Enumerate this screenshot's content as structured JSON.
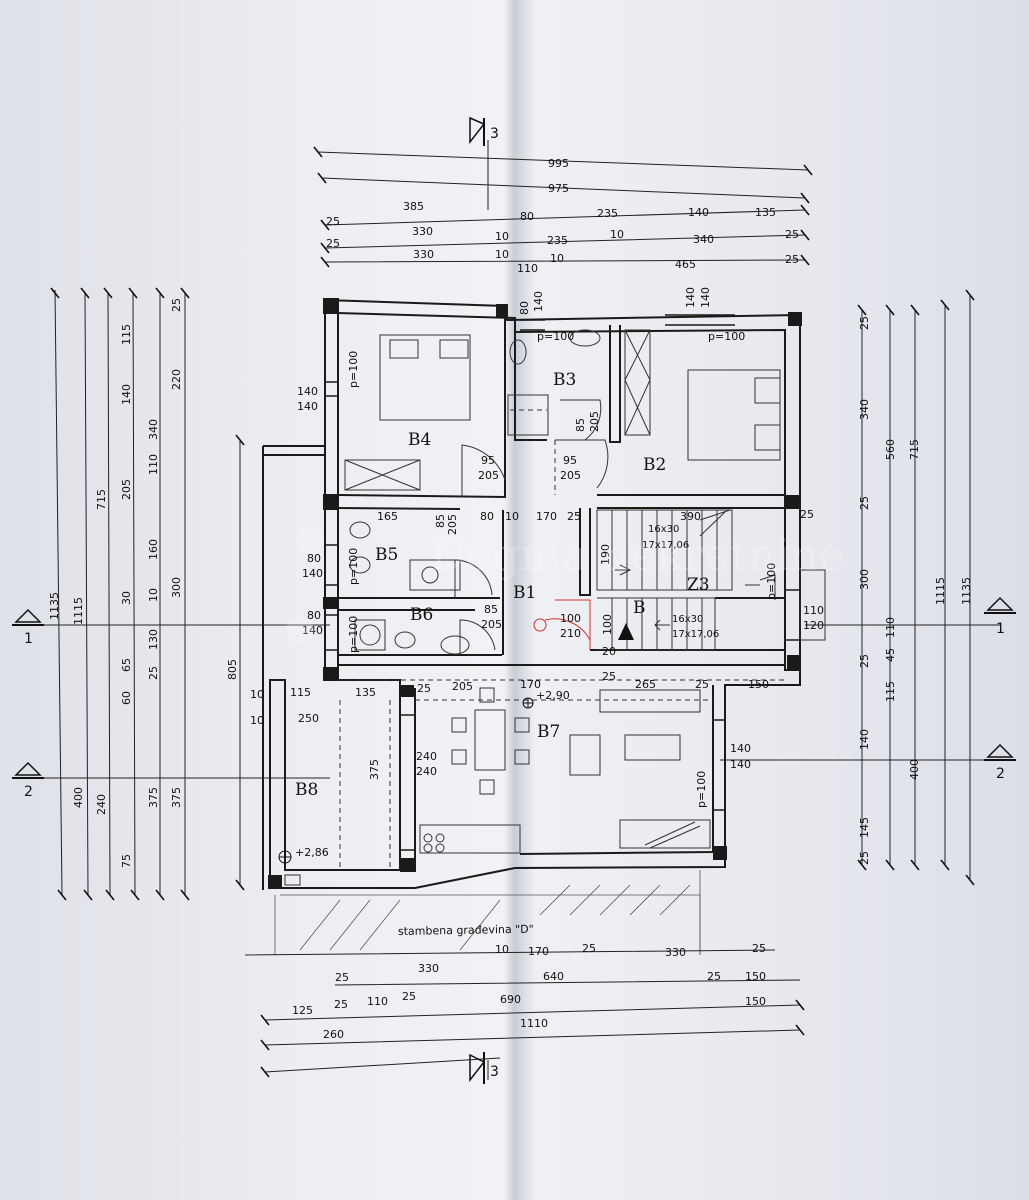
{
  "rooms": {
    "b4": "B4",
    "b3": "B3",
    "b2": "B2",
    "b5": "B5",
    "b6": "B6",
    "b1": "B1",
    "z3": "Z3",
    "b": "B",
    "b7": "B7",
    "b8": "B8"
  },
  "section_markers": {
    "top": "3",
    "bottom": "3",
    "left1": "1",
    "right1": "1",
    "left2": "2",
    "right2": "2"
  },
  "dimensions": {
    "top": {
      "row1": [
        "995"
      ],
      "row2": [
        "975"
      ],
      "row3": [
        "385",
        "80",
        "235",
        "140",
        "135"
      ],
      "row4": [
        "25",
        "330",
        "10",
        "235",
        "10",
        "340",
        "25"
      ],
      "row5": [
        "25",
        "330",
        "10",
        "110",
        "10",
        "465",
        "25"
      ]
    },
    "bottom": {
      "row1": [
        "10",
        "170",
        "25",
        "330",
        "25"
      ],
      "row2": [
        "25",
        "330",
        "640",
        "25",
        "150"
      ],
      "row3": [
        "125",
        "25",
        "110",
        "25",
        "690",
        "150"
      ],
      "row4": [
        "260",
        "1110"
      ]
    },
    "left": {
      "outer": [
        "1135"
      ],
      "col2": [
        "1115",
        "400"
      ],
      "col3": [
        "715",
        "240"
      ],
      "col4": [
        "140",
        "205",
        "30",
        "65",
        "60",
        "75"
      ],
      "col5": [
        "115",
        "340",
        "110",
        "160",
        "10",
        "130",
        "25",
        "375"
      ],
      "col6": [
        "25",
        "220",
        "300",
        "375"
      ],
      "small": [
        "25",
        "25",
        "25",
        "25",
        "25",
        "80",
        "10",
        "80",
        "25",
        "25",
        "25",
        "25",
        "25",
        "25",
        "25",
        "25"
      ],
      "building": [
        "805"
      ]
    },
    "right": {
      "col1": [
        "25",
        "340",
        "25",
        "300",
        "25",
        "140",
        "145",
        "25"
      ],
      "col2": [
        "560",
        "110",
        "45",
        "115",
        "400"
      ],
      "col3": [
        "715",
        "1115"
      ],
      "col4": [
        "1135"
      ]
    },
    "interior": [
      "165",
      "85",
      "205",
      "80",
      "10",
      "170",
      "25",
      "390",
      "25",
      "190",
      "100",
      "210",
      "100",
      "20",
      "115",
      "135",
      "25",
      "205",
      "170",
      "25",
      "265",
      "25",
      "150",
      "250",
      "10",
      "10",
      "375",
      "240",
      "240",
      "140",
      "140",
      "140",
      "140",
      "80",
      "140",
      "80",
      "140",
      "110",
      "120",
      "95",
      "205",
      "95",
      "205",
      "85",
      "205",
      "85",
      "205",
      "80",
      "140",
      "140",
      "140",
      "140",
      "140"
    ],
    "stairs": [
      "16x30",
      "17x17,06",
      "16x30",
      "17x17,06"
    ],
    "parapets": [
      "p=100",
      "p=100",
      "p=100",
      "p=100",
      "p=100",
      "p=100",
      "p=100"
    ]
  },
  "levels": [
    "+2,90",
    "+2,86"
  ],
  "neighbor_label": "stambena građevina \"D\"",
  "watermark": "Dogma nekretnine",
  "colors": {
    "line": "#1a1a1a",
    "paper": "#e9ebf0",
    "door_red": "#d33030"
  }
}
